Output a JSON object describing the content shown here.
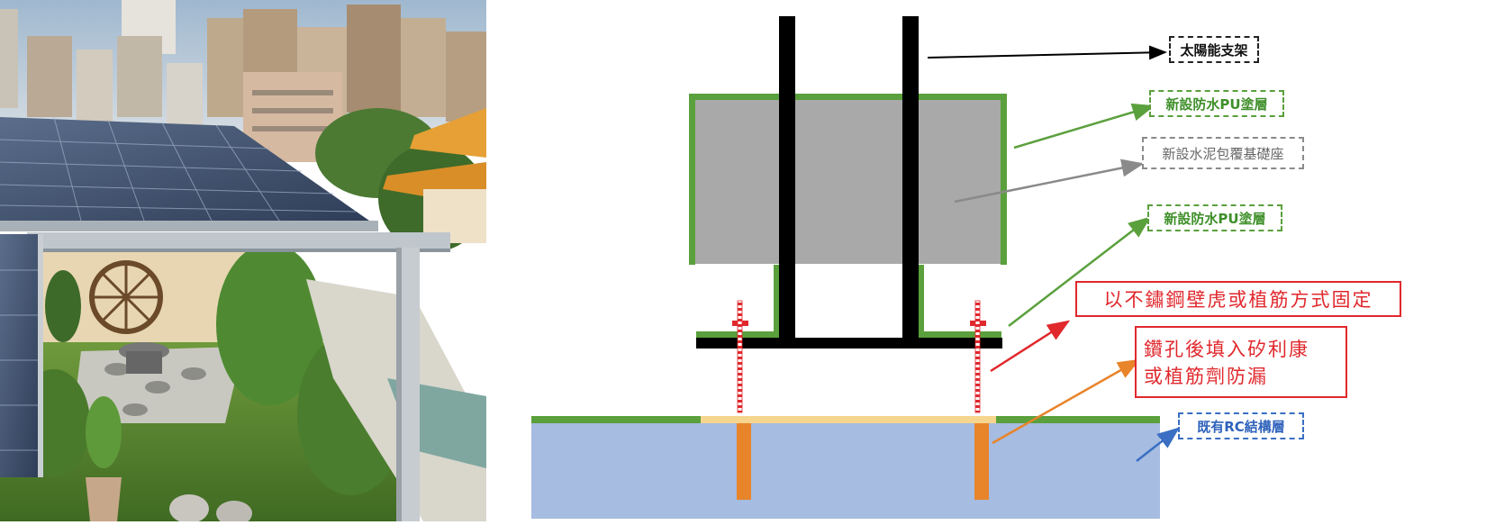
{
  "labels": {
    "solar_frame": "太陽能支架",
    "pu_coating_top": "新設防水PU塗層",
    "concrete_base": "新設水泥包覆基礎座",
    "pu_coating_bottom": "新設防水PU塗層",
    "anchor_method": "以不鏽鋼壁虎或植筋方式固定",
    "grout_line1": "鑽孔後填入矽利康",
    "grout_line2": "或植筋劑防漏",
    "rc_layer": "既有RC結構層"
  },
  "colors": {
    "pu_green": "#5aa03c",
    "concrete_gray": "#a9a9a9",
    "rc_blue": "#a6bce0",
    "anchor_orange": "#e8842a",
    "sealant_yellow": "#f6d58e",
    "steel_black": "#000000",
    "bolt_red": "#e0282d",
    "arrow_gray": "#8a8a8a",
    "arrow_blue": "#3a6fc4"
  },
  "icons": [
    "solar-panel-photo"
  ]
}
